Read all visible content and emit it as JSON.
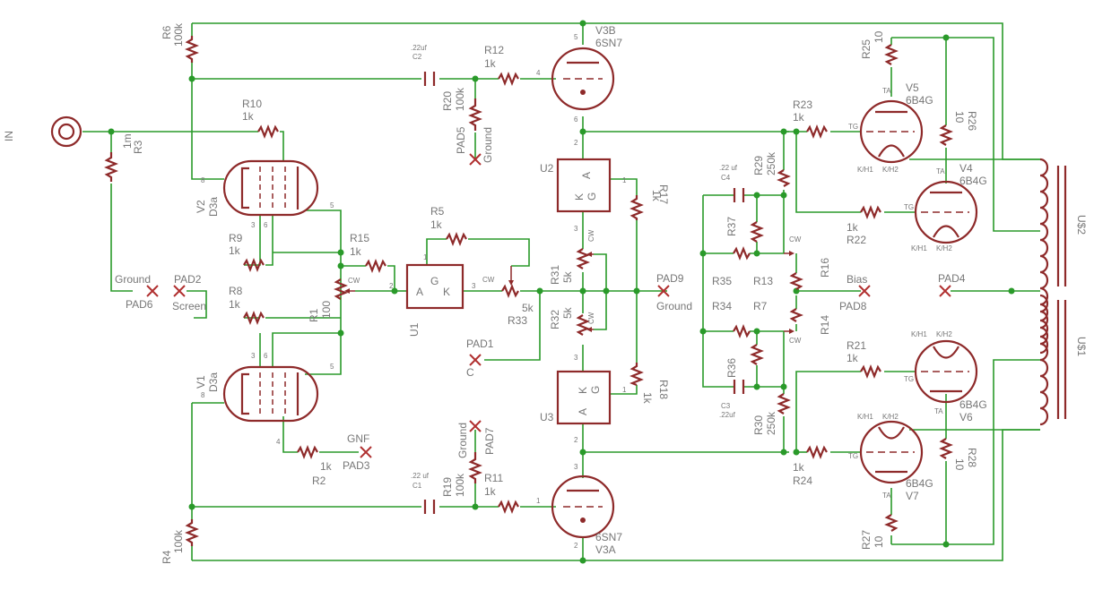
{
  "in_label": "IN",
  "tubes": [
    {
      "id": "V3B",
      "ref": "V3B",
      "type": "6SN7",
      "pins": [
        "5",
        "4",
        "6"
      ]
    },
    {
      "id": "V3A",
      "ref": "V3A",
      "type": "6SN7",
      "pins": [
        "3",
        "1",
        "2"
      ]
    },
    {
      "id": "V2",
      "ref": "V2",
      "type": "D3a",
      "pins": [
        "8",
        "3",
        "6",
        "5"
      ]
    },
    {
      "id": "V1",
      "ref": "V1",
      "type": "D3a",
      "pins": [
        "8",
        "3",
        "6",
        "5",
        "4"
      ]
    },
    {
      "id": "V5",
      "ref": "V5",
      "type": "6B4G"
    },
    {
      "id": "V4",
      "ref": "V4",
      "type": "6B4G"
    },
    {
      "id": "V6",
      "ref": "V6",
      "type": "6B4G"
    },
    {
      "id": "V7",
      "ref": "V7",
      "type": "6B4G"
    }
  ],
  "tube_pin_labels": {
    "ta": "TA",
    "tg": "TG",
    "kh1": "K/H1",
    "kh2": "K/H2",
    "g": "G",
    "a": "A",
    "k": "K"
  },
  "resistors": [
    {
      "ref": "R6",
      "value": "100k"
    },
    {
      "ref": "R4",
      "value": "100k"
    },
    {
      "ref": "R3",
      "value": "1m"
    },
    {
      "ref": "R10",
      "value": "1k"
    },
    {
      "ref": "R9",
      "value": "1k"
    },
    {
      "ref": "R8",
      "value": "1k"
    },
    {
      "ref": "R2",
      "value": "1k"
    },
    {
      "ref": "R1",
      "value": "100"
    },
    {
      "ref": "R15",
      "value": "1k"
    },
    {
      "ref": "R5",
      "value": "1k"
    },
    {
      "ref": "R12",
      "value": "1k"
    },
    {
      "ref": "R11",
      "value": "1k"
    },
    {
      "ref": "R20",
      "value": "100k"
    },
    {
      "ref": "R19",
      "value": "100k"
    },
    {
      "ref": "R17",
      "value": "1k"
    },
    {
      "ref": "R18",
      "value": "1k"
    },
    {
      "ref": "R31",
      "value": "5k"
    },
    {
      "ref": "R32",
      "value": "5k"
    },
    {
      "ref": "R33",
      "value": "5k"
    },
    {
      "ref": "R29",
      "value": "250k"
    },
    {
      "ref": "R30",
      "value": "250k"
    },
    {
      "ref": "R23",
      "value": "1k"
    },
    {
      "ref": "R22",
      "value": "1k"
    },
    {
      "ref": "R21",
      "value": "1k"
    },
    {
      "ref": "R24",
      "value": "1k"
    },
    {
      "ref": "R25",
      "value": "10"
    },
    {
      "ref": "R26",
      "value": "10"
    },
    {
      "ref": "R27",
      "value": "10"
    },
    {
      "ref": "R28",
      "value": "10"
    },
    {
      "ref": "R37",
      "value": ""
    },
    {
      "ref": "R35",
      "value": ""
    },
    {
      "ref": "R13",
      "value": ""
    },
    {
      "ref": "R34",
      "value": ""
    },
    {
      "ref": "R7",
      "value": ""
    },
    {
      "ref": "R36",
      "value": ""
    },
    {
      "ref": "R16",
      "value": ""
    },
    {
      "ref": "R14",
      "value": ""
    }
  ],
  "capacitors": [
    {
      "ref": "C2",
      "value": ".22uf"
    },
    {
      "ref": "C1",
      "value": ".22 uf"
    },
    {
      "ref": "C4",
      "value": ".22 uf"
    },
    {
      "ref": "C3",
      "value": ".22uf"
    }
  ],
  "regulators": [
    {
      "ref": "U2",
      "pins": [
        "2",
        "3",
        "1"
      ]
    },
    {
      "ref": "U3",
      "pins": [
        "3",
        "2",
        "1"
      ]
    },
    {
      "ref": "U1",
      "pins": [
        "1",
        "2",
        "3"
      ]
    }
  ],
  "transformers": [
    {
      "ref": "U$2"
    },
    {
      "ref": "U$1"
    }
  ],
  "pads": [
    {
      "ref": "PAD6",
      "net": "Ground"
    },
    {
      "ref": "PAD2",
      "net": "Screen"
    },
    {
      "ref": "PAD3",
      "net": "GNF"
    },
    {
      "ref": "PAD5",
      "net": "Ground"
    },
    {
      "ref": "PAD7",
      "net": "Ground"
    },
    {
      "ref": "PAD1",
      "net": "C"
    },
    {
      "ref": "PAD9",
      "net": "Ground"
    },
    {
      "ref": "PAD8",
      "net": "Bias"
    },
    {
      "ref": "PAD4",
      "net": ""
    }
  ],
  "pot_marker": "CW",
  "colors": {
    "wire": "#2a9a2a",
    "part": "#8e2a2a",
    "label": "#777777"
  }
}
